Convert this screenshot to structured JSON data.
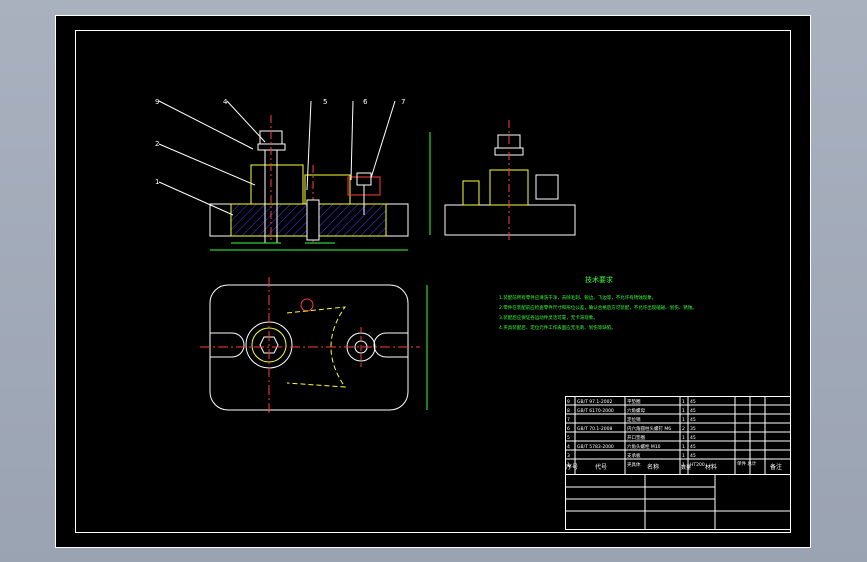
{
  "drawing": {
    "balloons": [
      "9",
      "4",
      "5",
      "6",
      "7",
      "2",
      "1"
    ],
    "notes_title": "技术要求",
    "notes": [
      "1.装配前所有零件应清洗干净，去除毛刺、锐边、飞边等，不允许有锈蚀现象。",
      "2.零件在装配前应检查零件尺寸和形位公差，确认合格后方可装配，不允许出现磕碰、划伤、锈蚀。",
      "3.装配后应保证各运动件灵活可靠，无卡滞现象。",
      "4.夹具装配后，定位元件工作表面应无毛刺、划伤等缺陷。"
    ],
    "bom_rows": [
      {
        "no": "9",
        "code": "GB/T 97.1-2002",
        "name": "平垫圈",
        "qty": "1",
        "material": "45"
      },
      {
        "no": "8",
        "code": "GB/T 6170-2000",
        "name": "六角螺母",
        "qty": "1",
        "material": "45"
      },
      {
        "no": "7",
        "code": "",
        "name": "定位销",
        "qty": "1",
        "material": "45"
      },
      {
        "no": "6",
        "code": "GB/T 70.1-2008",
        "name": "内六角圆柱头螺钉 M6",
        "qty": "2",
        "material": "35"
      },
      {
        "no": "5",
        "code": "",
        "name": "开口垫圈",
        "qty": "1",
        "material": "45"
      },
      {
        "no": "4",
        "code": "GB/T 5783-2000",
        "name": "六角头螺栓 M10",
        "qty": "1",
        "material": "45"
      },
      {
        "no": "3",
        "code": "",
        "name": "支承板",
        "qty": "1",
        "material": "45"
      },
      {
        "no": "1",
        "code": "",
        "name": "夹具体",
        "qty": "1",
        "material": "HT200"
      }
    ],
    "bom_header": {
      "no": "序号",
      "code": "代号",
      "name": "名称",
      "qty": "数量",
      "material": "材料",
      "weight": "单件 总计",
      "remark": "备注"
    }
  }
}
